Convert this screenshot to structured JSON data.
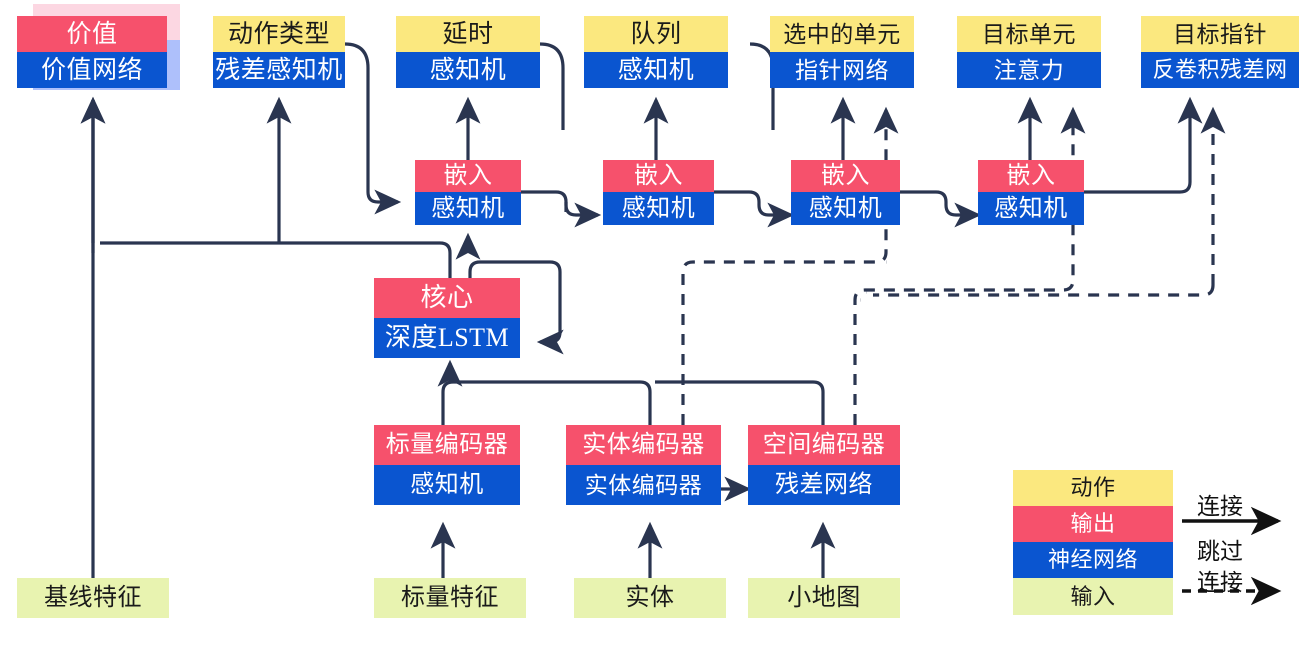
{
  "diagram": {
    "title": "AlphaStar-style agent architecture (Chinese labels)",
    "colors": {
      "action": "#FBE87F",
      "output": "#F6516C",
      "network": "#0A55D0",
      "input": "#E8F3B0",
      "wire": "#2A3550",
      "shadow_pink": "#FCD7E2",
      "shadow_blue": "#AEC0FB"
    },
    "nodes": [
      {
        "id": "value",
        "top": "价值",
        "bottom": "价值网络",
        "top_kind": "out",
        "bottom_kind": "net"
      },
      {
        "id": "action_type",
        "top": "动作类型",
        "bottom": "残差感知机",
        "top_kind": "act",
        "bottom_kind": "net"
      },
      {
        "id": "delay",
        "top": "延时",
        "bottom": "感知机",
        "top_kind": "act",
        "bottom_kind": "net"
      },
      {
        "id": "queue",
        "top": "队列",
        "bottom": "感知机",
        "top_kind": "act",
        "bottom_kind": "net"
      },
      {
        "id": "selected_units",
        "top": "选中的单元",
        "bottom": "指针网络",
        "top_kind": "act",
        "bottom_kind": "net"
      },
      {
        "id": "target_unit",
        "top": "目标单元",
        "bottom": "注意力",
        "top_kind": "act",
        "bottom_kind": "net"
      },
      {
        "id": "target_point",
        "top": "目标指针",
        "bottom": "反卷积残差网",
        "top_kind": "act",
        "bottom_kind": "net"
      },
      {
        "id": "embed_1",
        "top": "嵌入",
        "bottom": "感知机",
        "top_kind": "out",
        "bottom_kind": "net"
      },
      {
        "id": "embed_2",
        "top": "嵌入",
        "bottom": "感知机",
        "top_kind": "out",
        "bottom_kind": "net"
      },
      {
        "id": "embed_3",
        "top": "嵌入",
        "bottom": "感知机",
        "top_kind": "out",
        "bottom_kind": "net"
      },
      {
        "id": "embed_4",
        "top": "嵌入",
        "bottom": "感知机",
        "top_kind": "out",
        "bottom_kind": "net"
      },
      {
        "id": "core",
        "top": "核心",
        "bottom": "深度LSTM",
        "top_kind": "out",
        "bottom_kind": "net"
      },
      {
        "id": "scalar_encoder",
        "top": "标量编码器",
        "bottom": "感知机",
        "top_kind": "out",
        "bottom_kind": "net"
      },
      {
        "id": "entity_encoder",
        "top": "实体编码器",
        "bottom": "实体编码器",
        "top_kind": "out",
        "bottom_kind": "net"
      },
      {
        "id": "spatial_encoder",
        "top": "空间编码器",
        "bottom": "残差网络",
        "top_kind": "out",
        "bottom_kind": "net"
      }
    ],
    "inputs": [
      {
        "id": "baseline_features",
        "label": "基线特征"
      },
      {
        "id": "scalar_features",
        "label": "标量特征"
      },
      {
        "id": "entities",
        "label": "实体"
      },
      {
        "id": "minimap",
        "label": "小地图"
      }
    ],
    "legend": {
      "swatches": [
        {
          "id": "legend-action",
          "label": "动作",
          "kind": "act"
        },
        {
          "id": "legend-output",
          "label": "输出",
          "kind": "out"
        },
        {
          "id": "legend-network",
          "label": "神经网络",
          "kind": "net"
        },
        {
          "id": "legend-input",
          "label": "输入",
          "kind": "inp"
        }
      ],
      "connect_label": "连接",
      "skip_label_line1": "跳过",
      "skip_label_line2": "连接"
    }
  }
}
